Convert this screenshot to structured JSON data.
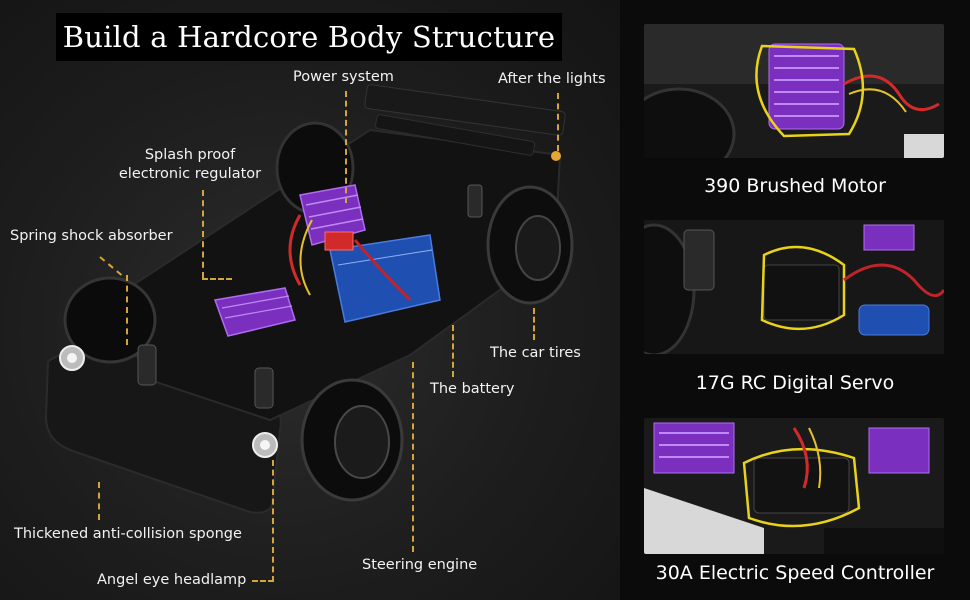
{
  "title": "Build a Hardcore Body Structure",
  "callouts": {
    "power_system": "Power system",
    "after_lights": "After the lights",
    "regulator_line1": "Splash proof",
    "regulator_line2": "electronic regulator",
    "shock_absorber": "Spring shock absorber",
    "car_tires": "The car tires",
    "battery": "The battery",
    "sponge": "Thickened anti-collision sponge",
    "steering_engine": "Steering engine",
    "headlamp": "Angel eye headlamp"
  },
  "panels": [
    {
      "caption": "390 Brushed Motor"
    },
    {
      "caption": "17G RC Digital Servo"
    },
    {
      "caption": "30A Electric Speed Controller"
    }
  ],
  "colors": {
    "accent_purple": "#8a2be2",
    "leader_gold": "#d4a53a",
    "highlight_yellow": "#e8d21a"
  }
}
